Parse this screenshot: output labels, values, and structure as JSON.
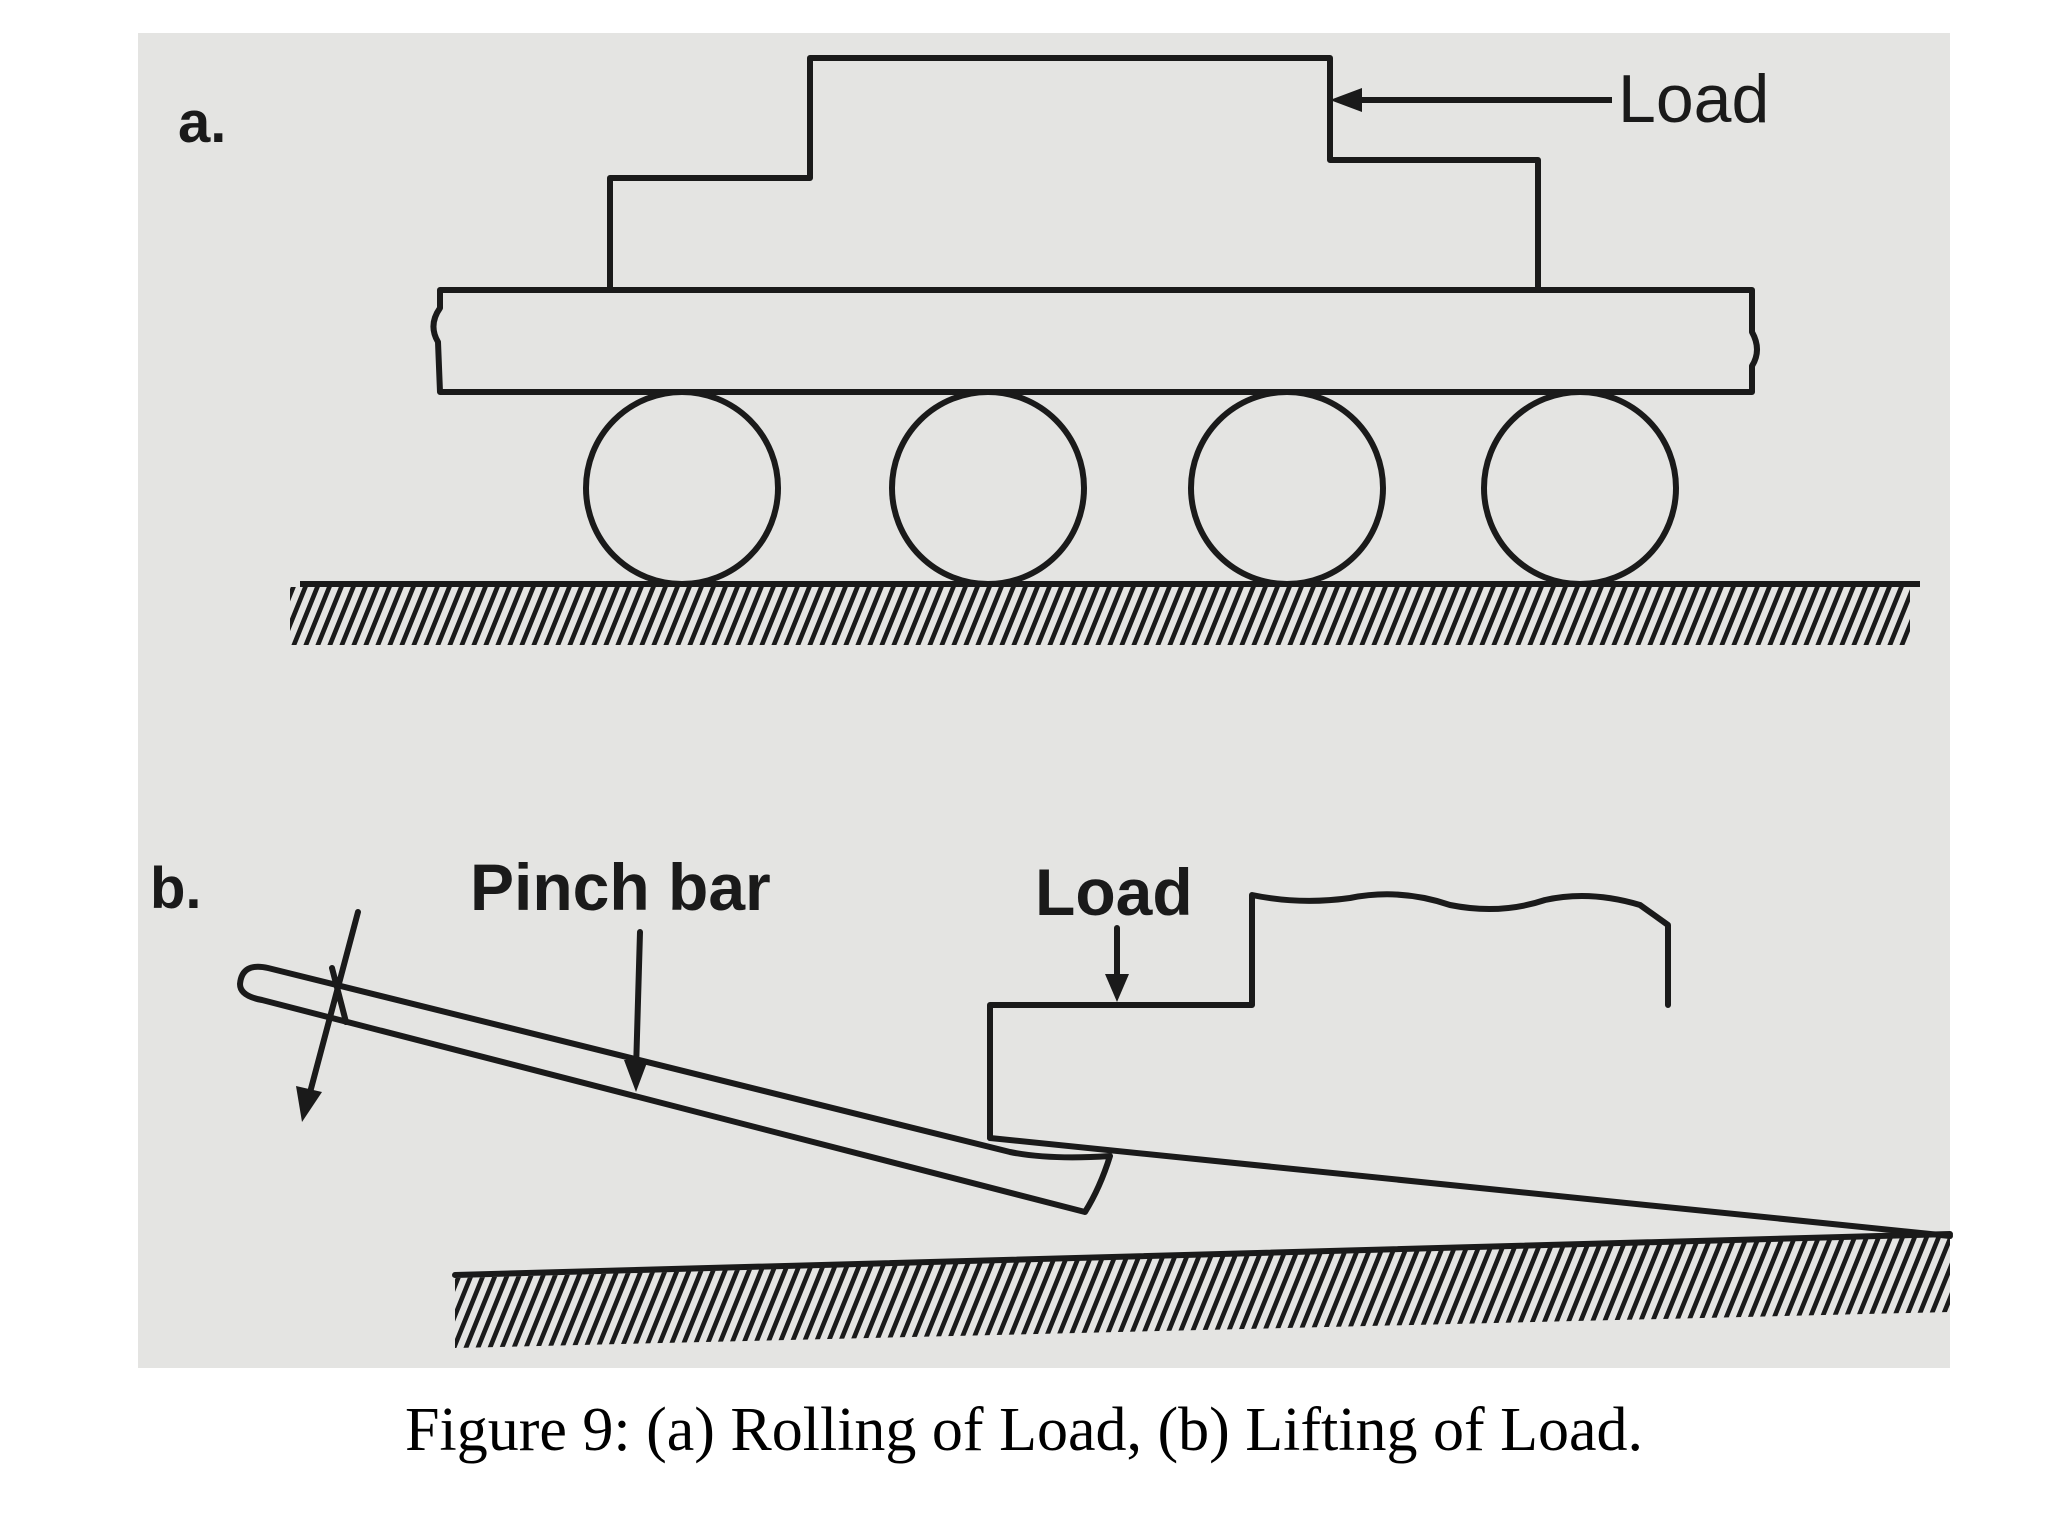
{
  "panel_a": {
    "label": "a.",
    "load_label": "Load"
  },
  "panel_b": {
    "label": "b.",
    "pinch_bar_label": "Pinch bar",
    "load_label": "Load"
  },
  "caption": "Figure 9: (a) Rolling of Load, (b) Lifting of Load.",
  "colors": {
    "photo_background": "#e4e4e2",
    "ink": "#1a1a1a",
    "page": "#ffffff"
  }
}
